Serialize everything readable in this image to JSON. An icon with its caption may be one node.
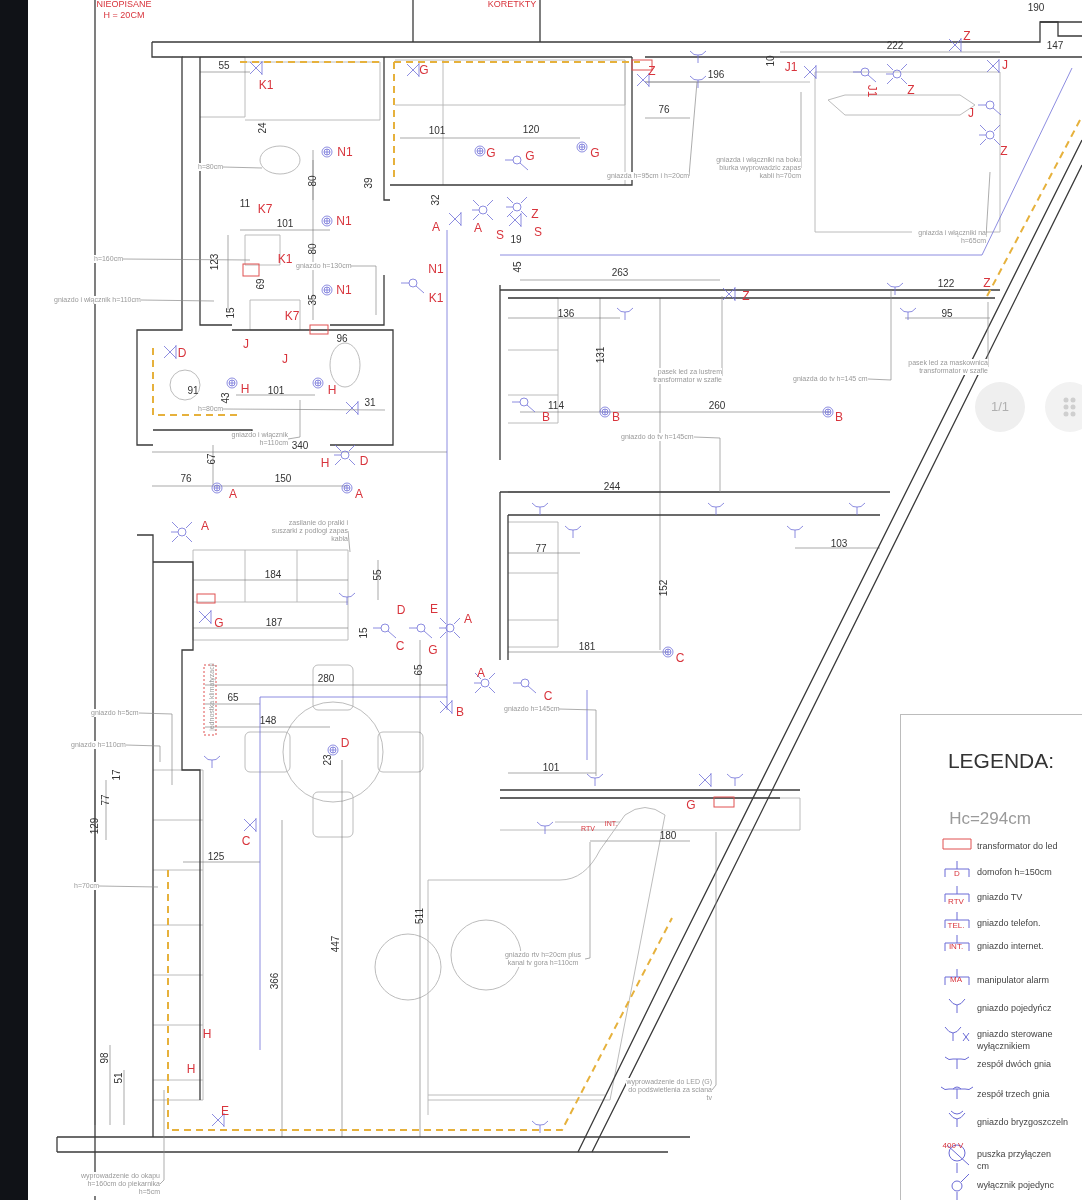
{
  "diagram": {
    "nodes": [
      {
        "text": [
          "h=80cm"
        ]
      },
      {
        "text": [
          "h=160cm"
        ]
      },
      {
        "text": [
          "gniazdo i włącznik h=110cm"
        ]
      },
      {
        "text": [
          "gniazdo h=130cm"
        ]
      },
      {
        "text": [
          "h=80cm"
        ]
      },
      {
        "text": [
          "gniazdo i włącznik h=110cm"
        ]
      },
      {
        "text": [
          "gniazda h=95cm i h=20cm"
        ]
      },
      {
        "text": [
          "gniazda i włączniki na boku biurka wyprowadzic zapas kabli h=70cm"
        ]
      },
      {
        "text": [
          "gniazda i włączniki na h=65cm"
        ]
      },
      {
        "text": [
          "pasek led za lustrem transformator w szafie"
        ]
      },
      {
        "text": [
          "gniazda do tv h=145 cm"
        ]
      },
      {
        "text": [
          "pasek led za maskownica transformator w szafie"
        ]
      },
      {
        "text": [
          "gniazdo do tv h=145cm"
        ]
      },
      {
        "text": [
          "zasilanie do pralki i suszarki z podlogi zapas kabla"
        ]
      },
      {
        "text": [
          "gniazdo h=5cm"
        ]
      },
      {
        "text": [
          "gniazdo h=110cm"
        ]
      },
      {
        "text": [
          "h=70cm"
        ]
      },
      {
        "text": [
          "gniazdo h=145cm"
        ]
      },
      {
        "text": [
          "gniazdo rtv h=20cm plus kanal tv gora h=110cm"
        ]
      },
      {
        "text": [
          "wyprowadzenie do LED (G) do podświetlenia za sciana tv"
        ]
      },
      {
        "text": [
          "wyprowadzenie do okapu h=160cm do piekarnika h=5cm"
        ]
      }
    ],
    "edges": [
      {
        "from": 0,
        "to": null,
        "arrow": "none"
      },
      {
        "from": 1,
        "to": null,
        "arrow": "none"
      },
      {
        "from": 2,
        "to": null,
        "arrow": "none"
      },
      {
        "from": 3,
        "to": null,
        "arrow": "none"
      },
      {
        "from": 4,
        "to": null,
        "arrow": "none"
      },
      {
        "from": 5,
        "to": null,
        "arrow": "none"
      },
      {
        "from": 6,
        "to": null,
        "arrow": "none"
      },
      {
        "from": 7,
        "to": null,
        "arrow": "none"
      },
      {
        "from": 8,
        "to": null,
        "arrow": "none"
      },
      {
        "from": 9,
        "to": null,
        "arrow": "none"
      },
      {
        "from": 10,
        "to": null,
        "arrow": "none"
      },
      {
        "from": 11,
        "to": null,
        "arrow": "none"
      },
      {
        "from": 12,
        "to": null,
        "arrow": "none"
      },
      {
        "from": 13,
        "to": null,
        "arrow": "none"
      },
      {
        "from": 14,
        "to": null,
        "arrow": "none"
      },
      {
        "from": 15,
        "to": null,
        "arrow": "none"
      },
      {
        "from": 16,
        "to": null,
        "arrow": "none"
      },
      {
        "from": 17,
        "to": null,
        "arrow": "none"
      },
      {
        "from": 18,
        "to": null,
        "arrow": "none"
      },
      {
        "from": 19,
        "to": null,
        "arrow": "none"
      },
      {
        "from": 20,
        "to": null,
        "arrow": "none"
      }
    ],
    "labels": [
      "NIEOPISANE H = 20CM",
      "KORETKTY",
      "190",
      "222",
      "147",
      "55",
      "K1",
      "G",
      "Z",
      "196",
      "10",
      "J1",
      "Z",
      "J",
      "J1",
      "Z",
      "J",
      "Z",
      "76",
      "24",
      "101",
      "120",
      "N1",
      "G",
      "G",
      "G",
      "80",
      "39",
      "11",
      "K7",
      "101",
      "N1",
      "32",
      "A",
      "A",
      "Z",
      "S",
      "S",
      "19",
      "45",
      "123",
      "K1",
      "80",
      "N1",
      "N1",
      "K1",
      "69",
      "35",
      "15",
      "K7",
      "263",
      "Z",
      "122",
      "Z",
      "136",
      "95",
      "131",
      "96",
      "J",
      "D",
      "J",
      "91",
      "H",
      "101",
      "H",
      "43",
      "31",
      "114",
      "260",
      "B",
      "B",
      "B",
      "340",
      "67",
      "H",
      "D",
      "76",
      "150",
      "A",
      "A",
      "244",
      "A",
      "77",
      "103",
      "184",
      "55",
      "152",
      "D",
      "E",
      "A",
      "G",
      "187",
      "15",
      "C",
      "G",
      "181",
      "C",
      "280",
      "65",
      "A",
      "jednostka klimatyzacji",
      "65",
      "C",
      "B",
      "148",
      "D",
      "23",
      "101",
      "17",
      "77",
      "G",
      "RTV",
      "INT.",
      "129",
      "180",
      "C",
      "125",
      "511",
      "447",
      "366",
      "H",
      "98",
      "H",
      "51",
      "E",
      "LEGENDA:",
      "Hc=294cm",
      "D",
      "RTV",
      "TEL.",
      "INT.",
      "MA",
      "400 V",
      "1/1"
    ],
    "legend": [
      {
        "text": "transformator do led"
      },
      {
        "text": "domofon h=150cm"
      },
      {
        "text": "gniazdo TV"
      },
      {
        "text": "gniazdo telefon."
      },
      {
        "text": "gniazdo internet."
      },
      {
        "text": "manipulator alarm"
      },
      {
        "text": "gniazdo pojedyńcz"
      },
      {
        "text": "gniazdo sterowane wyłącznikiem"
      },
      {
        "text": "zespół dwóch gnia"
      },
      {
        "text": "zespół trzech gnia"
      },
      {
        "text": "gniazdo bryzgoszczeln"
      },
      {
        "text": "puszka przyłączen cm"
      },
      {
        "text": "wyłącznik pojedync"
      }
    ]
  }
}
